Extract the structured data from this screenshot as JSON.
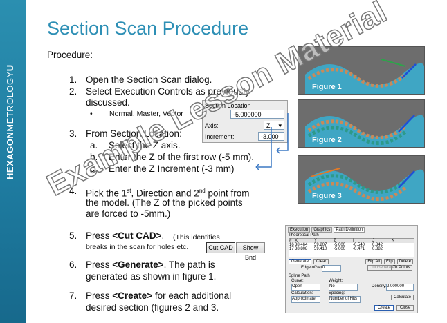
{
  "brand": {
    "bold": "HEXAGON",
    "regular": "METROLOGY",
    "suffix": "U"
  },
  "title": "Section Scan Procedure",
  "procedure_label": "Procedure:",
  "steps": [
    {
      "num": "1.",
      "text": "Open the Section Scan dialog."
    },
    {
      "num": "2.",
      "line1": "Select Execution Controls as previously",
      "line2": "discussed."
    },
    {
      "bullet": "Normal, Master, Vector"
    },
    {
      "num": "3.",
      "text": "From Section Location:"
    },
    {
      "letter": "a.",
      "text": "Select the Z axis."
    },
    {
      "letter": "b.",
      "text": "Enter the Z of the first row (-5 mm)."
    },
    {
      "letter": "c.",
      "text": "Enter the Z Increment (-3 mm)"
    },
    {
      "num": "4.",
      "line1a": "Pick the 1",
      "sup1": "st",
      "line1b": ", Direction and 2",
      "sup2": "nd",
      "line1c": " point from",
      "line2": "the model. (The Z of the picked points",
      "line3": "are forced to -5mm.)"
    },
    {
      "num": "5.",
      "pre": "Press ",
      "key": "<Cut CAD>",
      "post": ".",
      "note": "(This identifies",
      "note2": "breaks in the scan for holes etc."
    },
    {
      "num": "6.",
      "pre": "Press ",
      "key": "<Generate>",
      "post": ".  The path is",
      "line2": "generated as shown in figure 1."
    },
    {
      "num": "7.",
      "pre": "Press ",
      "key": "<Create>",
      "post": " for each additional",
      "line2": "desired section (figures 2 and 3."
    }
  ],
  "section_location": {
    "title": "Section Location",
    "value": "-5.000000",
    "axis_label": "Axis:",
    "axis_value": "Z",
    "increment_label": "Increment:",
    "increment_value": "-3.000"
  },
  "cut_buttons": {
    "cut": "Cut CAD",
    "show": "Show Bnd"
  },
  "figures": [
    "Figure 1",
    "Figure 2",
    "Figure 3"
  ],
  "dialog": {
    "tabs": [
      "Execution",
      "Graphics",
      "Path Definition"
    ],
    "theoretical_path": "Theoretical Path",
    "columns": [
      "#",
      "X",
      "Y",
      "Z",
      "I",
      "J",
      "K"
    ],
    "rows": [
      [
        "16",
        "38.464",
        "59.207",
        "-5.000",
        "-0.540",
        "0.842",
        ""
      ],
      [
        "17",
        "38.808",
        "59.410",
        "-5.000",
        "-0.471",
        "0.882",
        ""
      ]
    ],
    "buttons_row": [
      "Generate",
      "Clear",
      "Flip All",
      "Flip",
      "Delete"
    ],
    "edge_offset_label": "Edge offset:",
    "edge_offset_value": "0",
    "cut_generate": "Cut Generate",
    "to_points": "To Points",
    "spline_path": "Spline Path",
    "curve_label": "Curve:",
    "curve_value": "Open",
    "weight_label": "Weight:",
    "weight_value": "No",
    "density_label": "Density:",
    "density_value": "2.000000",
    "calculation_label": "Calculation:",
    "calculation_value": "Approximate",
    "spacing_label": "Spacing:",
    "spacing_value": "Number of Hits",
    "calculate": "Calculate",
    "create": "Create",
    "close": "Close"
  },
  "watermark": "Example Lesson Material"
}
